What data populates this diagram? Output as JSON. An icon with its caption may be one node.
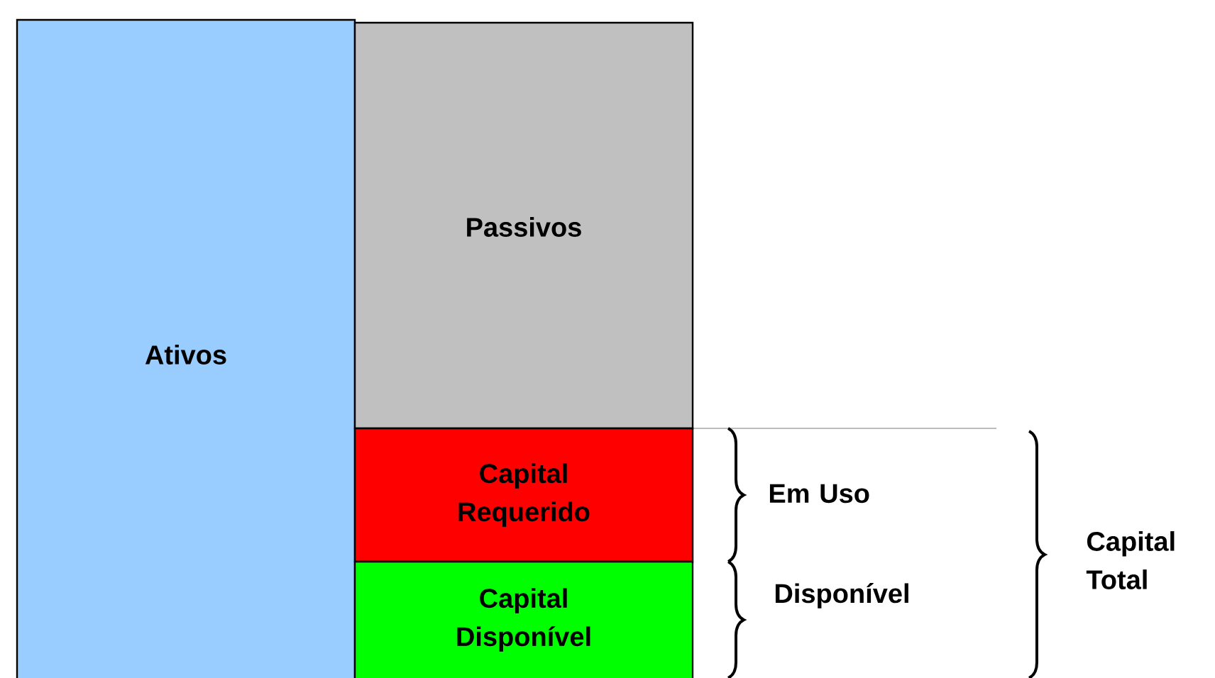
{
  "diagram": {
    "nodes": [
      {
        "text": [
          "Ativos"
        ]
      },
      {
        "text": [
          "Passivos"
        ]
      },
      {
        "text": [
          "Capital Requerido"
        ]
      },
      {
        "text": [
          "Capital Disponível"
        ]
      }
    ],
    "edges": [],
    "labels": [
      "Em Uso",
      "Disponível",
      "Capital Total"
    ]
  }
}
